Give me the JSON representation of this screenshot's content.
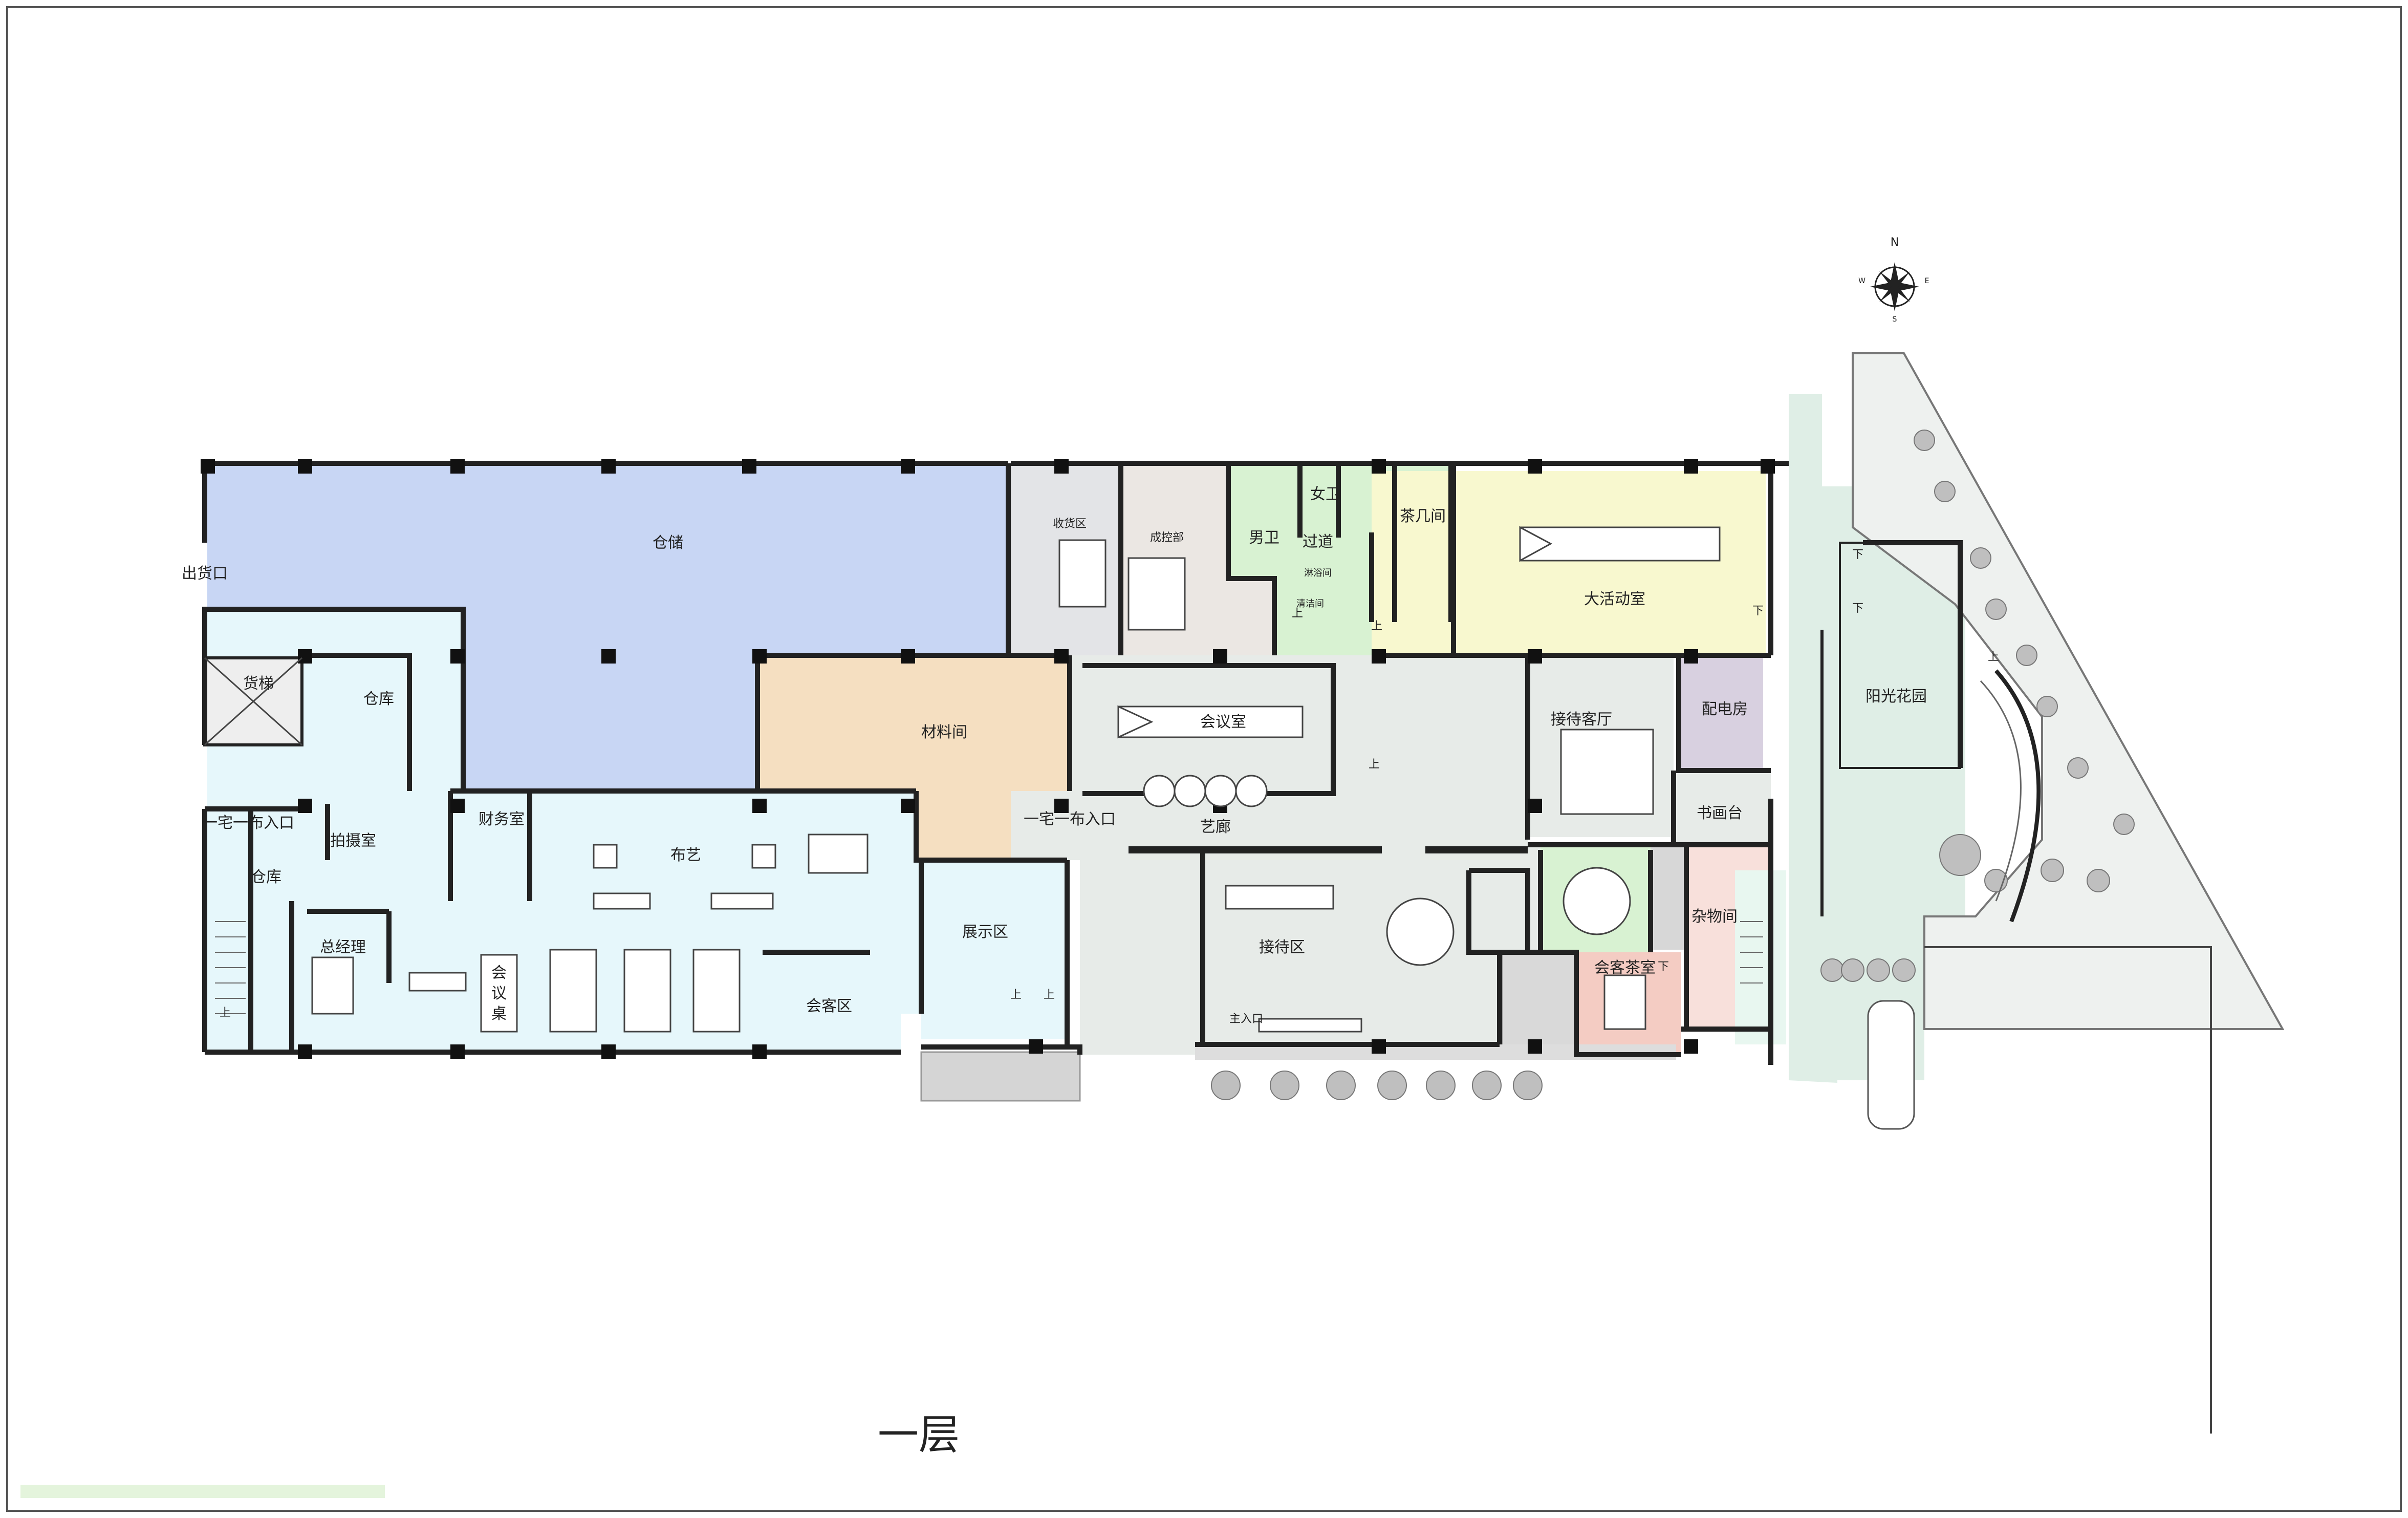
{
  "plan": {
    "title": "一层",
    "compass_north": "N",
    "compass_east": "E",
    "compass_south": "S",
    "compass_west": "W",
    "up_mark": "上",
    "down_mark": "下",
    "colors": {
      "storage": "#c8d6f4",
      "warehouse": "#e6f7fb",
      "material": "#f5dfc1",
      "receiving": "#e3e4e7",
      "control": "#ebe7e3",
      "meeting": "#f1e6e6",
      "toilet": "#d8f2d2",
      "activity": "#f8f8cf",
      "reception": "#e7ebe8",
      "power": "#d8d0e0",
      "tea_room": "#f4ccc3",
      "sunroom": "#e8f7f0",
      "garden": "#dfeee6",
      "wall": "#222222"
    },
    "rooms": {
      "storage": "仓储",
      "warehouse_left": "仓库",
      "freight_elevator": "货梯",
      "ship_out": "出货口",
      "material_room": "材料间",
      "receiving": "收货区",
      "control_dept": "成控部",
      "men_wc": "男卫",
      "women_wc": "女卫",
      "corridor": "过道",
      "shower": "淋浴间",
      "cleaning": "清洁间",
      "tea_room_small": "茶几间",
      "big_activity": "大活动室",
      "meeting_room": "会议室",
      "reception_lounge": "接待客厅",
      "power_room": "配电房",
      "gallery": "艺廊",
      "entrance_right": "一宅一布入口",
      "entrance_left": "一宅一布入口",
      "photo_room": "拍摄室",
      "warehouse_small": "仓库",
      "gm_office": "总经理",
      "finance_room": "财务室",
      "fabric": "布艺",
      "meeting_table_1": "会",
      "meeting_table_2": "议",
      "meeting_table_3": "桌",
      "guest_area": "会客区",
      "display_area": "展示区",
      "reception_area": "接待区",
      "main_entrance": "主入口",
      "painting_desk": "书画台",
      "guest_tea_room": "会客茶室",
      "storage_misc": "杂物间",
      "sun_garden": "阳光花园"
    }
  }
}
